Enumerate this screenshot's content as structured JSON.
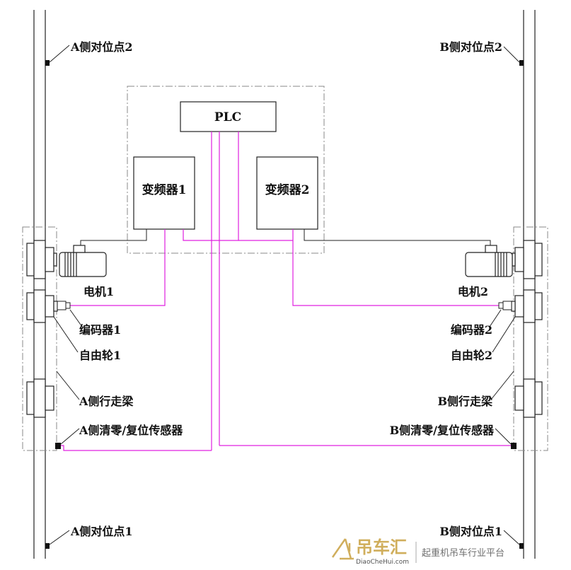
{
  "labels": {
    "a_point_2": "A侧对位点2",
    "b_point_2": "B侧对位点2",
    "a_point_1": "A侧对位点1",
    "b_point_1": "B侧对位点1",
    "plc": "PLC",
    "inverter_1": "变频器1",
    "inverter_2": "变频器2",
    "motor_1": "电机1",
    "motor_2": "电机2",
    "encoder_1": "编码器1",
    "encoder_2": "编码器2",
    "free_wheel_1": "自由轮1",
    "free_wheel_2": "自由轮2",
    "a_beam": "A侧行走梁",
    "b_beam": "B侧行走梁",
    "a_sensor": "A侧清零/复位传感器",
    "b_sensor": "B侧清零/复位传感器"
  },
  "watermark": {
    "brand": "吊车汇",
    "domain": "DiaoCheHui.com",
    "slogan": "起重机吊车行业平台"
  },
  "colors": {
    "line": "#222222",
    "signal": "#e020e0",
    "dashed": "#888888",
    "watermark": "#c8a040"
  }
}
